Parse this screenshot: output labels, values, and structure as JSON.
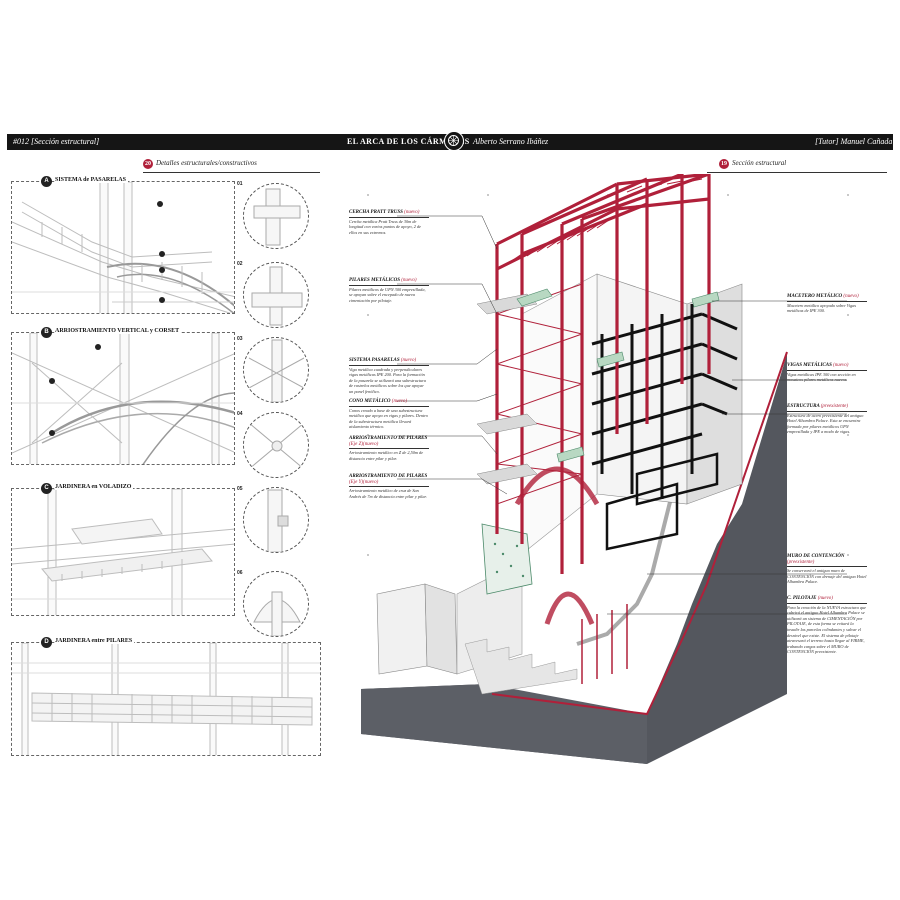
{
  "header": {
    "left_label": "#012 [Sección estructural]",
    "title": "EL ARCA DE LOS CÁRMENES",
    "author": "Alberto Serrano Ibáñez",
    "tutor": "[Tutor] Manuel Cañada"
  },
  "sections": {
    "details": {
      "number": "20",
      "label": "Detalles estructurales/constructivos"
    },
    "section": {
      "number": "19",
      "label": "Sección estructural"
    }
  },
  "panels": [
    {
      "badge": "A",
      "title": "SISTEMA de PASARELAS"
    },
    {
      "badge": "B",
      "title": "ARRIOSTRAMIENTO VERTICAL y CORSET"
    },
    {
      "badge": "C",
      "title": "JARDINERA en VOLADIZO"
    },
    {
      "badge": "D",
      "title": "JARDINERA entre PILARES"
    }
  ],
  "detail_circles": [
    "01",
    "02",
    "03",
    "04",
    "05",
    "06"
  ],
  "notes_left": [
    {
      "title": "CERCHA PRATT TRUSS",
      "tag": "(nuevo)",
      "body": "Cercha metálica Pratt Truss de 30m de longitud con varios puntos de apoyo, 2 de ellos en sus extremos."
    },
    {
      "title": "PILARES METÁLICOS",
      "tag": "(nuevo)",
      "body": "Pilares metálicos de UPN 300 empresillada, se apoyan sobre el encepado de nueva cimentación por pilotaje."
    },
    {
      "title": "SISTEMA PASARELAS",
      "tag": "(nuevo)",
      "body": "Viga metálica cuadrada y perpendiculares vigas metálicas IPE 200. Para la formación de la pasarela se utilizará una subestructura de rastrelos metálicos sobre los que apoyar un panel fenólico."
    },
    {
      "title": "CONO METÁLICO",
      "tag": "(nuevo)",
      "body": "Conos creado a base de una subestructura metálica que apoya en vigas y pilares. Dentro de la subestructura metálica llevará aislamiento térmico."
    },
    {
      "title": "ARRIOSTRAMIENTO DE PILARES",
      "tag": "(Eje Z)(nuevo)",
      "body": "Arriostramiento metálico en Z de 2,50m de distancia entre pilar y pilar."
    },
    {
      "title": "ARRIOSTRAMIENTO DE PILARES",
      "tag": "(Eje Y)(nuevo)",
      "body": "Arriostramiento metálico de cruz de San Andrés de 7m de distancia entre pilar y pilar."
    }
  ],
  "notes_right": [
    {
      "title": "MACETERO METÁLICO",
      "tag": "(nuevo)",
      "body": "Macetero metálico apoyado sobre Vigas metálicas de IPE 300."
    },
    {
      "title": "VIGAS METÁLICAS",
      "tag": "(nuevo)",
      "body": "Vigas metálicas IPE 300 con sección en mosaicos pilares metálicos nuevos."
    },
    {
      "title": "ESTRUCTURA",
      "tag": "(preexistente)",
      "body": "Estructura de acero preexistente del antiguo Hotel Alhambra Palace. Esta se encuentra formada por pilares metálicos UPN empresillada y IPE a modo de vigas."
    },
    {
      "title": "MURO DE CONTENCIÓN",
      "tag": "(preexistente)",
      "body": "Se conservará el antiguo muro de CONTENCIÓN con drenaje del antiguo Hotel Alhambra Palace."
    },
    {
      "title": "C. PILOTAJE",
      "tag": "(nuevo)",
      "body": "Para la creación de la NUEVA estructura que cubrirá el antiguo Hotel Alhambra Palace se utilizará un sistema de CIMENTACIÓN por PILOTAJE, de esta forma se evitará la invadir las parcelas colindantes y salvar el desnivel que existe. El sistema de pilotaje atravesará el terreno hasta llegar al FIRME, trabando cargas sobre el MURO de CONTENCIÓN preexistente."
    }
  ],
  "colors": {
    "accent": "#b0203a",
    "terrain": "#54575e",
    "bar": "#151515",
    "green": "#4c8a6a"
  }
}
